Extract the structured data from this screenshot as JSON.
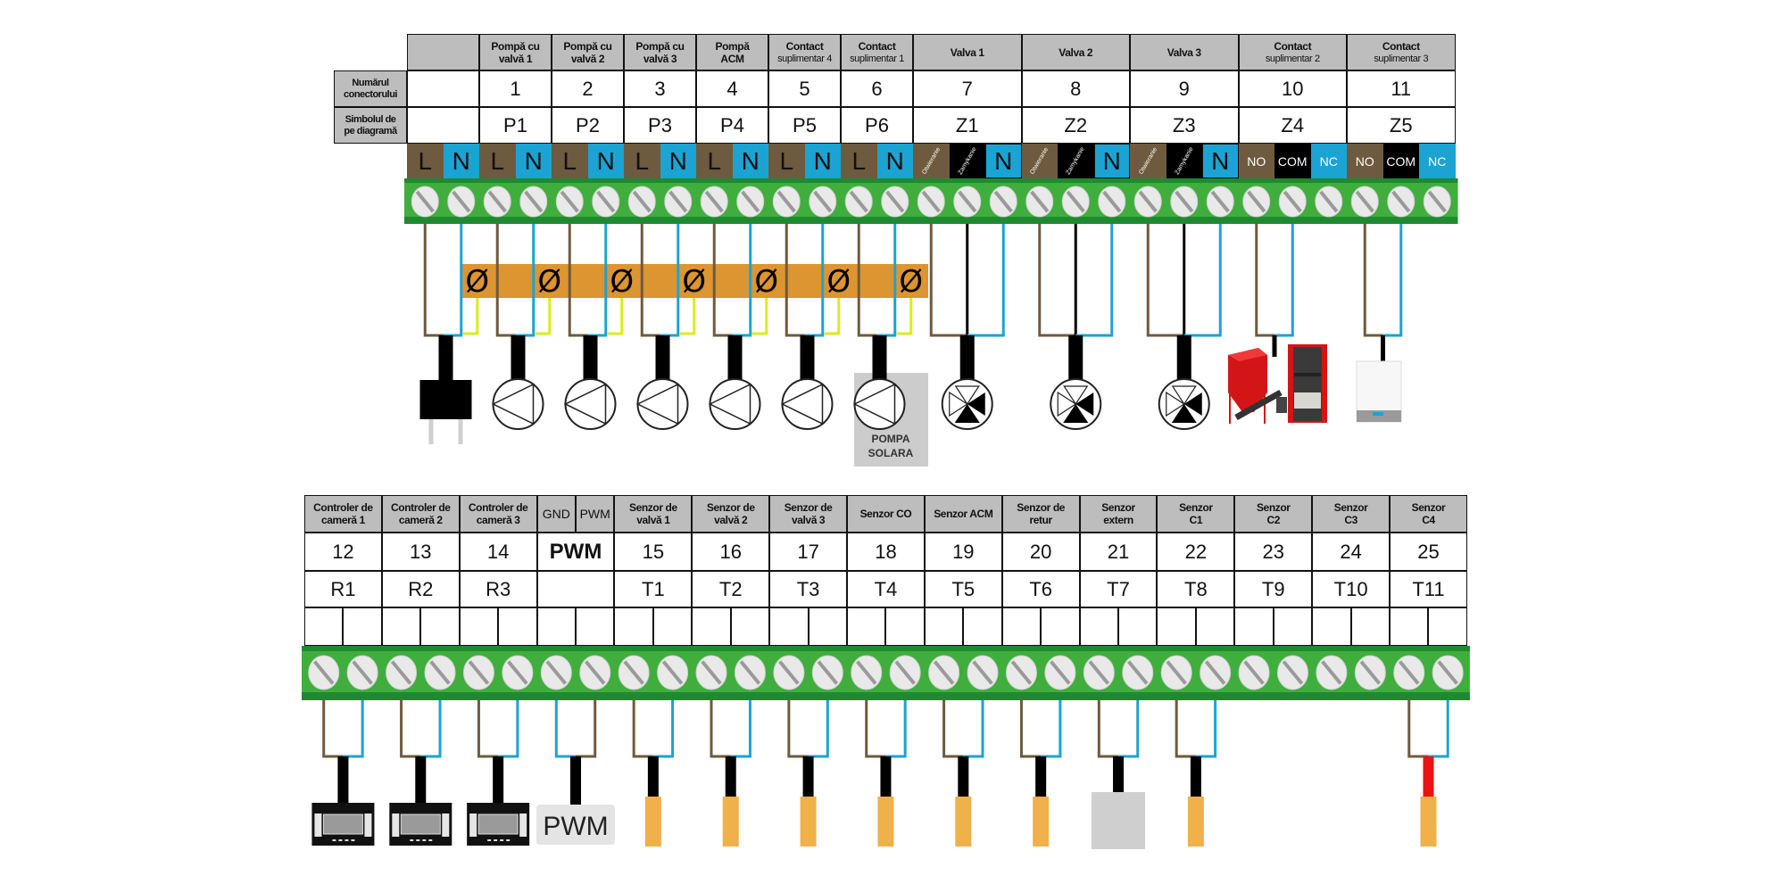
{
  "top": {
    "row_labels": {
      "number": "Numărul\nconectorului",
      "symbol": "Simbolul de\npe diagramă"
    },
    "columns": [
      {
        "header": "",
        "number": "",
        "symbol": "",
        "terminals": [
          "L",
          "N"
        ],
        "device": "plug-icon"
      },
      {
        "header": "Pompă cu\nvalvă 1",
        "number": "1",
        "symbol": "P1",
        "terminals": [
          "L",
          "N"
        ],
        "device": "pump-icon"
      },
      {
        "header": "Pompă cu\nvalvă 2",
        "number": "2",
        "symbol": "P2",
        "terminals": [
          "L",
          "N"
        ],
        "device": "pump-icon"
      },
      {
        "header": "Pompă cu\nvalvă 3",
        "number": "3",
        "symbol": "P3",
        "terminals": [
          "L",
          "N"
        ],
        "device": "pump-icon"
      },
      {
        "header": "Pompă\nACM",
        "number": "4",
        "symbol": "P4",
        "terminals": [
          "L",
          "N"
        ],
        "device": "pump-icon"
      },
      {
        "header": "Contact",
        "header_sub": "suplimentar 4",
        "number": "5",
        "symbol": "P5",
        "terminals": [
          "L",
          "N"
        ],
        "device": "pump-icon"
      },
      {
        "header": "Contact",
        "header_sub": "suplimentar 1",
        "number": "6",
        "symbol": "P6",
        "terminals": [
          "L",
          "N"
        ],
        "device": "solar-pump-icon",
        "device_label": "POMPA\nSOLARA"
      },
      {
        "header": "Valva 1",
        "number": "7",
        "symbol": "Z1",
        "terminals": [
          "Otwieranie",
          "Zamykanie",
          "N"
        ],
        "device": "mixing-valve-icon"
      },
      {
        "header": "Valva 2",
        "number": "8",
        "symbol": "Z2",
        "terminals": [
          "Otwieranie",
          "Zamykanie",
          "N"
        ],
        "device": "mixing-valve-icon"
      },
      {
        "header": "Valva 3",
        "number": "9",
        "symbol": "Z3",
        "terminals": [
          "Otwieranie",
          "Zamykanie",
          "N"
        ],
        "device": "mixing-valve-icon"
      },
      {
        "header": "Contact",
        "header_sub": "suplimentar 2",
        "number": "10",
        "symbol": "Z4",
        "terminals": [
          "NO",
          "COM",
          "NC"
        ],
        "device": "pellet-boiler-icon"
      },
      {
        "header": "Contact",
        "header_sub": "suplimentar 3",
        "number": "11",
        "symbol": "Z5",
        "terminals": [
          "NO",
          "COM",
          "NC"
        ],
        "device": "gas-boiler-icon"
      }
    ],
    "grounding_symbol": "Ø"
  },
  "bottom": {
    "columns": [
      {
        "header": "Controler de\ncameră 1",
        "number": "12",
        "symbol": "R1",
        "device": "room-controller-icon"
      },
      {
        "header": "Controler de\ncameră 2",
        "number": "13",
        "symbol": "R2",
        "device": "room-controller-icon"
      },
      {
        "header": "Controler de\ncameră 3",
        "number": "14",
        "symbol": "R3",
        "device": "room-controller-icon"
      },
      {
        "header_split": [
          "GND",
          "PWM"
        ],
        "number": "PWM",
        "symbol": "",
        "device": "pwm-box",
        "device_label": "PWM",
        "reversed": true
      },
      {
        "header": "Senzor de\nvalvă 1",
        "number": "15",
        "symbol": "T1",
        "device": "temperature-sensor-icon"
      },
      {
        "header": "Senzor de\nvalvă 2",
        "number": "16",
        "symbol": "T2",
        "device": "temperature-sensor-icon"
      },
      {
        "header": "Senzor de\nvalvă 3",
        "number": "17",
        "symbol": "T3",
        "device": "temperature-sensor-icon"
      },
      {
        "header": "Senzor CO",
        "number": "18",
        "symbol": "T4",
        "device": "temperature-sensor-icon"
      },
      {
        "header": "Senzor ACM",
        "number": "19",
        "symbol": "T5",
        "device": "temperature-sensor-icon"
      },
      {
        "header": "Senzor de\nretur",
        "number": "20",
        "symbol": "T6",
        "device": "temperature-sensor-icon"
      },
      {
        "header": "Senzor\nextern",
        "number": "21",
        "symbol": "T7",
        "device": "external-sensor-icon"
      },
      {
        "header": "Senzor\nC1",
        "number": "22",
        "symbol": "T8",
        "device": "temperature-sensor-icon"
      },
      {
        "header": "Senzor\nC2",
        "number": "23",
        "symbol": "T9",
        "device": ""
      },
      {
        "header": "Senzor\nC3",
        "number": "24",
        "symbol": "T10",
        "device": ""
      },
      {
        "header": "Senzor\nC4",
        "number": "25",
        "symbol": "T11",
        "device": "temperature-sensor-red-icon"
      }
    ]
  },
  "colors": {
    "brown": "#6e5a3e",
    "blue": "#1ba3d3",
    "black": "#000000",
    "green": "#3fae3c",
    "green_dark": "#1e8a30",
    "orange_bar": "#dc9530",
    "sensor": "#f0b04a",
    "pe_wire": "#d9ee1a",
    "red_cable": "#ee1111",
    "header_gray": "#bdbdbd"
  }
}
